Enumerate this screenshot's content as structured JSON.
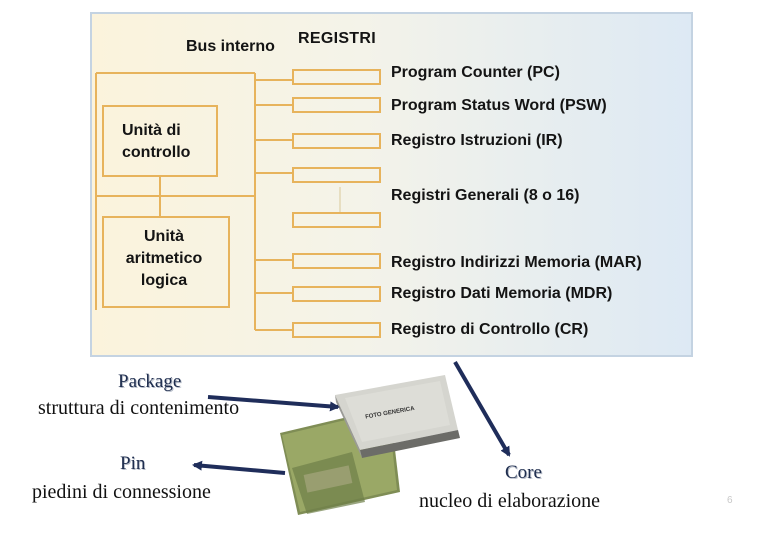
{
  "diagram": {
    "bus_label": "Bus interno",
    "registers_title": "REGISTRI",
    "control_unit": "Unità di controllo",
    "alu": "Unità aritmetico logica",
    "registers": [
      "Program Counter (PC)",
      "Program Status Word (PSW)",
      "Registro Istruzioni (IR)",
      "Registri Generali (8 o 16)",
      "Registro Indirizzi Memoria (MAR)",
      "Registro Dati Memoria (MDR)",
      "Registro di Controllo (CR)"
    ]
  },
  "chip_label": "FOTO GENERICA",
  "annotations": {
    "package": {
      "title": "Package",
      "desc": "struttura di contenimento"
    },
    "pin": {
      "title": "Pin",
      "desc": "piedini di connessione"
    },
    "core": {
      "title": "Core",
      "desc": "nucleo di elaborazione"
    }
  },
  "slide_number": "6",
  "colors": {
    "box_border": "#e7b35c",
    "panel_border": "#c4d3e2",
    "arrow": "#1f2d5a",
    "annotation_title": "#1e2d4e"
  }
}
